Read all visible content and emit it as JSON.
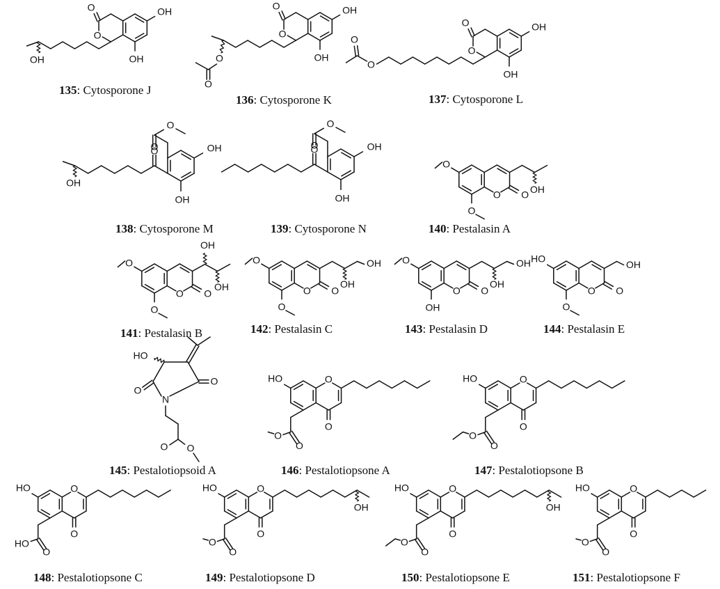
{
  "compounds": [
    {
      "number": "135",
      "name": ": Cytosporone J"
    },
    {
      "number": "136",
      "name": ": Cytosporone K"
    },
    {
      "number": "137",
      "name": ": Cytosporone L"
    },
    {
      "number": "138",
      "name": ": Cytosporone M"
    },
    {
      "number": "139",
      "name": ": Cytosporone N"
    },
    {
      "number": "140",
      "name": ": Pestalasin A"
    },
    {
      "number": "141",
      "name": ": Pestalasin B"
    },
    {
      "number": "142",
      "name": ": Pestalasin C"
    },
    {
      "number": "143",
      "name": ": Pestalasin D"
    },
    {
      "number": "144",
      "name": ": Pestalasin E"
    },
    {
      "number": "145",
      "name": ": Pestalotiopsoid A"
    },
    {
      "number": "146",
      "name": ": Pestalotiopsone A"
    },
    {
      "number": "147",
      "name": ": Pestalotiopsone B"
    },
    {
      "number": "148",
      "name": ": Pestalotiopsone C"
    },
    {
      "number": "149",
      "name": ": Pestalotiopsone D"
    },
    {
      "number": "150",
      "name": ": Pestalotiopsone E"
    },
    {
      "number": "151",
      "name": ": Pestalotiopsone F"
    }
  ],
  "atom_labels": {
    "O": "O",
    "OH": "OH",
    "HO": "HO",
    "N": "N"
  }
}
